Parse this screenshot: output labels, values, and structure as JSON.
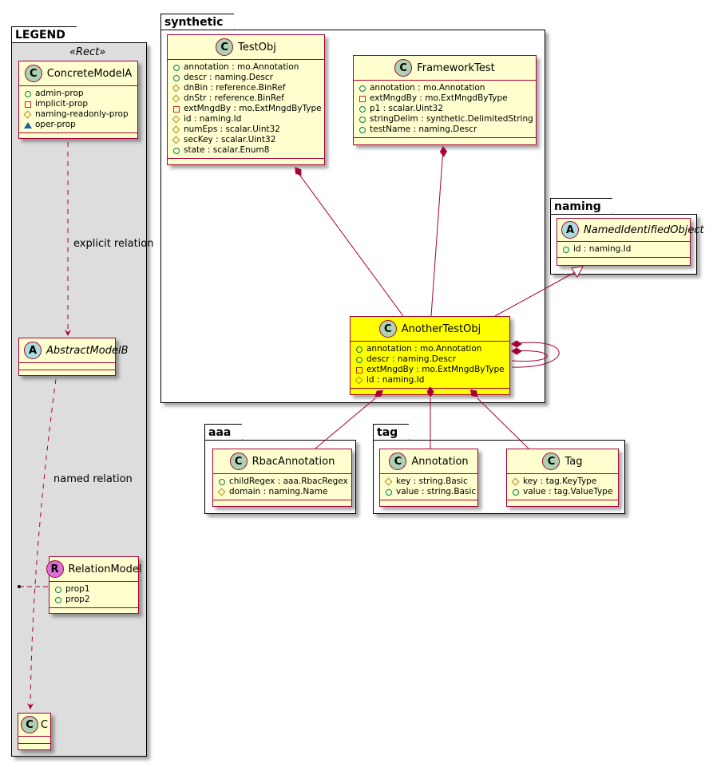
{
  "packages": {
    "legend": "LEGEND",
    "synthetic": "synthetic",
    "naming": "naming",
    "aaa": "aaa",
    "tag": "tag"
  },
  "legend": {
    "stereotype": "«Rect»",
    "concrete": {
      "badge": "C",
      "name": "ConcreteModelA",
      "attrs": [
        {
          "vis": "pub",
          "text": "admin-prop"
        },
        {
          "vis": "priv",
          "text": "implicit-prop"
        },
        {
          "vis": "prot",
          "text": "naming-readonly-prop"
        },
        {
          "vis": "pkg",
          "text": "oper-prop"
        }
      ]
    },
    "abstract": {
      "badge": "A",
      "name": "AbstractModelB"
    },
    "relation_model": {
      "badge": "R",
      "name": "RelationModel",
      "attrs": [
        {
          "vis": "pub",
          "text": "prop1"
        },
        {
          "vis": "pub",
          "text": "prop2"
        }
      ]
    },
    "target": {
      "badge": "C",
      "name": "C"
    },
    "explicit_relation_label": "explicit relation",
    "named_relation_label": "named relation"
  },
  "classes": {
    "testobj": {
      "badge": "C",
      "name": "TestObj",
      "attrs": [
        {
          "vis": "pub",
          "text": "annotation : mo.Annotation"
        },
        {
          "vis": "pub",
          "text": "descr : naming.Descr"
        },
        {
          "vis": "prot",
          "text": "dnBin : reference.BinRef"
        },
        {
          "vis": "prot",
          "text": "dnStr : reference.BinRef"
        },
        {
          "vis": "priv",
          "text": "extMngdBy : mo.ExtMngdByType"
        },
        {
          "vis": "prot",
          "text": "id : naming.Id"
        },
        {
          "vis": "prot",
          "text": "numEps : scalar.Uint32"
        },
        {
          "vis": "prot",
          "text": "secKey : scalar.Uint32"
        },
        {
          "vis": "pub",
          "text": "state : scalar.Enum8"
        }
      ]
    },
    "frameworktest": {
      "badge": "C",
      "name": "FrameworkTest",
      "attrs": [
        {
          "vis": "pub",
          "text": "annotation : mo.Annotation"
        },
        {
          "vis": "priv",
          "text": "extMngdBy : mo.ExtMngdByType"
        },
        {
          "vis": "pub",
          "text": "p1 : scalar.Uint32"
        },
        {
          "vis": "pub",
          "text": "stringDelim : synthetic.DelimitedString"
        },
        {
          "vis": "pub",
          "text": "testName : naming.Descr"
        }
      ]
    },
    "anothertestobj": {
      "badge": "C",
      "name": "AnotherTestObj",
      "highlight_color": "#ffff00",
      "attrs": [
        {
          "vis": "pub",
          "text": "annotation : mo.Annotation"
        },
        {
          "vis": "pub",
          "text": "descr : naming.Descr"
        },
        {
          "vis": "priv",
          "text": "extMngdBy : mo.ExtMngdByType"
        },
        {
          "vis": "prot",
          "text": "id : naming.Id"
        }
      ]
    },
    "namedidentifiedobject": {
      "badge": "A",
      "name": "NamedIdentifiedObject",
      "attrs": [
        {
          "vis": "pub",
          "text": "id : naming.Id"
        }
      ]
    },
    "rbacannotation": {
      "badge": "C",
      "name": "RbacAnnotation",
      "attrs": [
        {
          "vis": "pub",
          "text": "childRegex : aaa.RbacRegex"
        },
        {
          "vis": "prot",
          "text": "domain : naming.Name"
        }
      ]
    },
    "annotation": {
      "badge": "C",
      "name": "Annotation",
      "attrs": [
        {
          "vis": "prot",
          "text": "key : string.Basic"
        },
        {
          "vis": "pub",
          "text": "value : string.Basic"
        }
      ]
    },
    "tag": {
      "badge": "C",
      "name": "Tag",
      "attrs": [
        {
          "vis": "prot",
          "text": "key : tag.KeyType"
        },
        {
          "vis": "pub",
          "text": "value : tag.ValueType"
        }
      ]
    }
  },
  "colors": {
    "class_fill": "#fefece",
    "class_border": "#a80036",
    "highlight": "#ffff00",
    "legend_bg": "#dddddd",
    "edge": "#a80036"
  }
}
